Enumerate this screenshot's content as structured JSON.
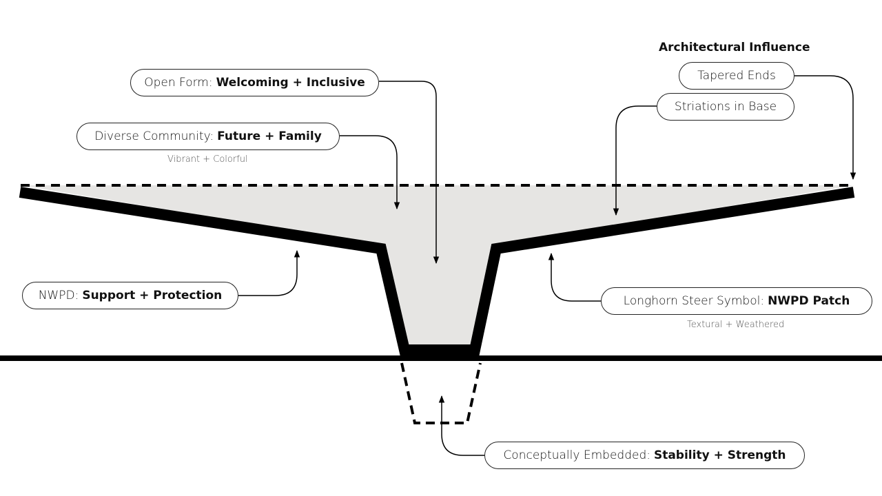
{
  "heading": "Architectural Influence",
  "labels": {
    "open_form": {
      "prefix": "Open Form:",
      "emphasis": "Welcoming + Inclusive"
    },
    "diverse": {
      "prefix": "Diverse Community:",
      "emphasis": "Future + Family"
    },
    "tapered": {
      "prefix": "Tapered Ends",
      "emphasis": ""
    },
    "striations": {
      "prefix": "Striations in Base",
      "emphasis": ""
    },
    "nwpd": {
      "prefix": "NWPD:",
      "emphasis": "Support + Protection"
    },
    "longhorn": {
      "prefix": "Longhorn Steer Symbol:",
      "emphasis": "NWPD Patch"
    },
    "embedded": {
      "prefix": "Conceptually Embedded:",
      "emphasis": "Stability + Strength"
    }
  },
  "notes": {
    "diverse": "Vibrant + Colorful",
    "longhorn": "Textural + Weathered"
  },
  "colors": {
    "fill": "#e6e5e3",
    "stroke": "#000000"
  }
}
